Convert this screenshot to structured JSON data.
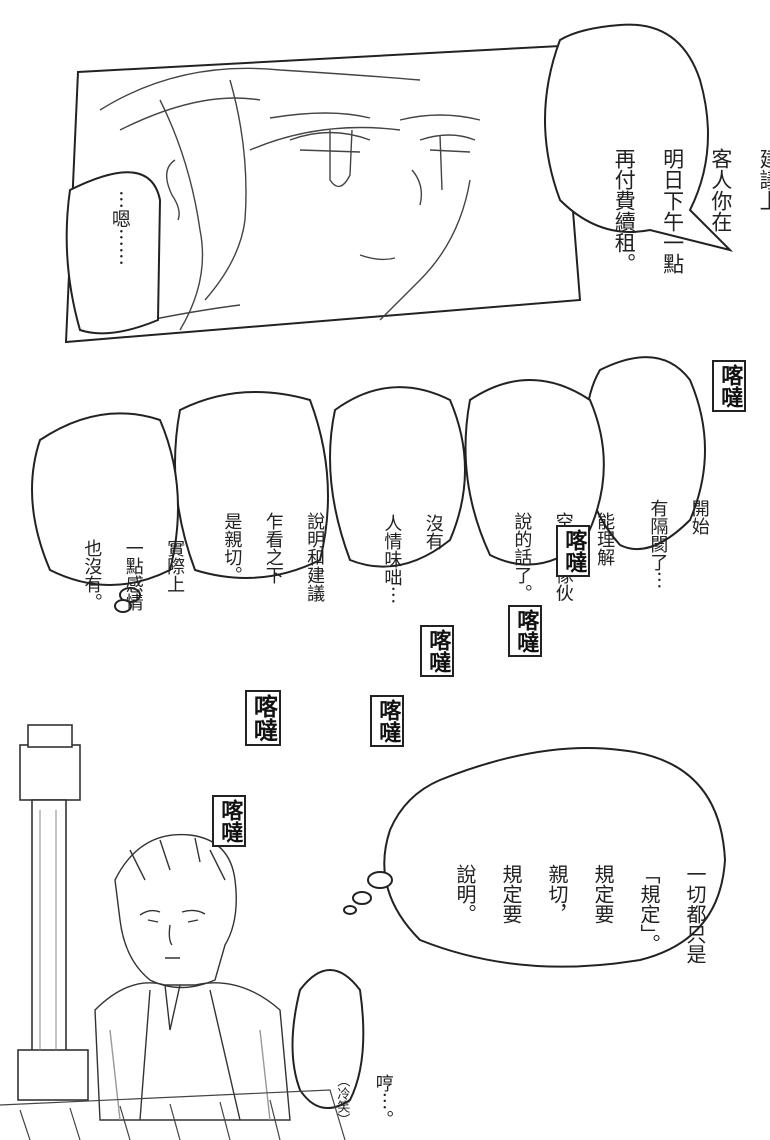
{
  "panel1": {
    "bubble_main": [
      "建議上，",
      "客人你在",
      "明日下午一點",
      "再付費續租。"
    ],
    "bubble_small": "⋯嗯⋯⋯"
  },
  "panel2": {
    "thoughts": [
      [
        "開始",
        "有隔閡了⋯"
      ],
      [
        "能理解",
        "空德那傢伙",
        "說的話了。"
      ],
      [
        "沒有",
        "人情味咄⋯"
      ],
      [
        "說明和建議",
        "乍看之下",
        "是親切。"
      ],
      [
        "實際上",
        "一點感情",
        "也沒有。"
      ]
    ],
    "sfx": [
      "喀噠",
      "喀噠",
      "喀噠",
      "喀噠",
      "喀噠",
      "喀噠",
      "喀噠"
    ]
  },
  "panel3": {
    "thought": [
      "一切都只是",
      "「規定」。",
      "規定要",
      "親切，",
      "規定要",
      "說明。"
    ],
    "bubble_small": [
      "哼⋯。",
      "（冷笑）"
    ]
  }
}
